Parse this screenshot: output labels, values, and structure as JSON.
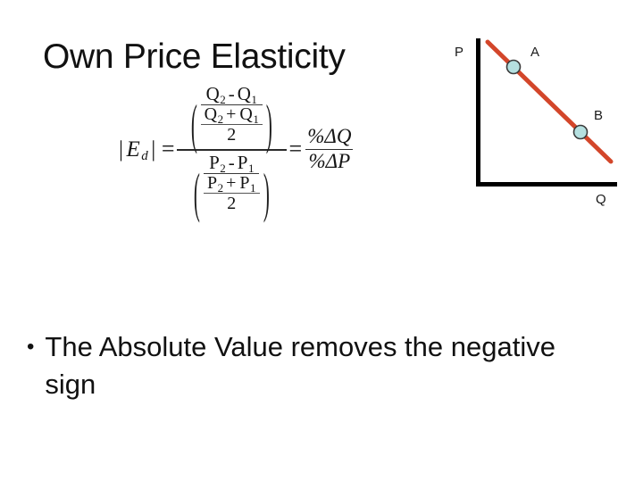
{
  "slide": {
    "title": "Own Price Elasticity",
    "background_color": "#ffffff",
    "text_color": "#111111"
  },
  "equation": {
    "abs_bar_left": "|",
    "abs_bar_right": "|",
    "variable": "E",
    "variable_subscript": "d",
    "equals_first": "=",
    "equals_second": "=",
    "quantity": {
      "numerator_left": "Q",
      "numerator_left_sub": "2",
      "minus": "-",
      "numerator_right": "Q",
      "numerator_right_sub": "1",
      "avg_left": "Q",
      "avg_left_sub": "2",
      "plus": "+",
      "avg_right": "Q",
      "avg_right_sub": "1",
      "avg_divisor": "2",
      "paren_open": "(",
      "paren_close": ")"
    },
    "price": {
      "numerator_left": "P",
      "numerator_left_sub": "2",
      "minus": "-",
      "numerator_right": "P",
      "numerator_right_sub": "1",
      "avg_left": "P",
      "avg_left_sub": "2",
      "plus": "+",
      "avg_right": "P",
      "avg_right_sub": "1",
      "avg_divisor": "2",
      "paren_open": "(",
      "paren_close": ")"
    },
    "percent_form": {
      "numerator": "%ΔQ",
      "denominator": "%ΔP"
    }
  },
  "graph": {
    "y_axis_label": "P",
    "x_axis_label": "Q",
    "point_a_label": "A",
    "point_b_label": "B",
    "demand_line_color": "#d3462a",
    "point_fill_color": "#b5e0e0",
    "point_stroke_color": "#3b3b3b",
    "axis_color": "#000000"
  },
  "bullet": {
    "marker": "•",
    "text": "The Absolute Value removes the negative sign"
  }
}
